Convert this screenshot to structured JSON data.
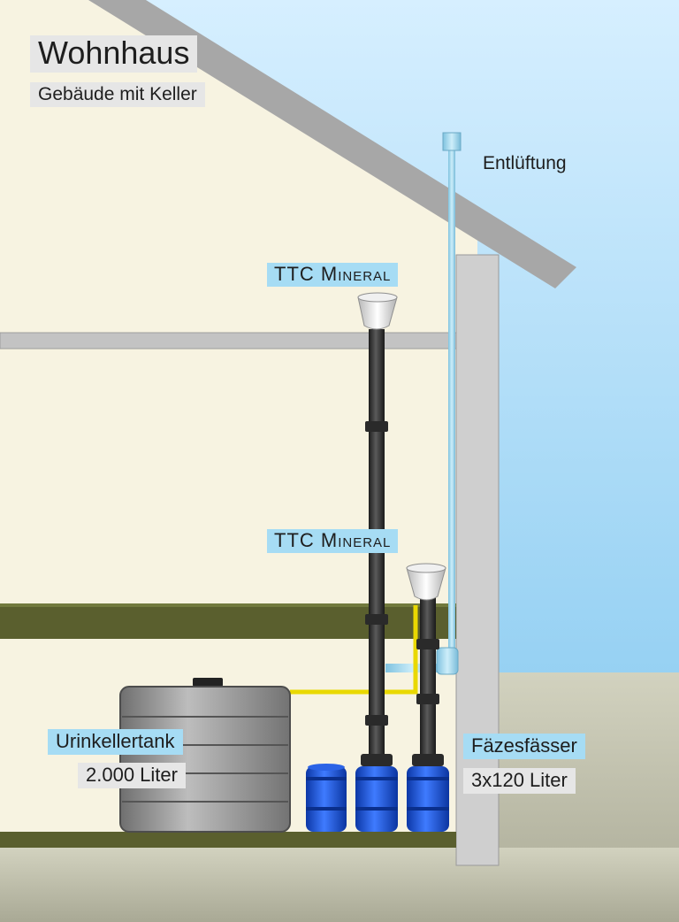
{
  "labels": {
    "house_title": "Wohnhaus",
    "house_subtitle": "Gebäude mit Keller",
    "vent": "Entlüftung",
    "toilet_upper": "TTC Mineral",
    "toilet_lower": "TTC Mineral",
    "urine_tank": "Urinkellertank",
    "urine_tank_capacity": "2.000 Liter",
    "feces_barrels": "Fäzesfässer",
    "feces_barrels_capacity": "3x120 Liter"
  },
  "colors": {
    "sky": "#8dcdf0",
    "wall": "#f7f3e1",
    "roof": "#a7a7a7",
    "slab": "#5a5f2e",
    "ground": "#bfbfa6",
    "vent_pipe": "#9bd1ea",
    "drain_pipe": "#3a3a3a",
    "urine_line": "#f0e000",
    "barrel": "#1f5ad8",
    "tank": "#9a9a9a"
  }
}
